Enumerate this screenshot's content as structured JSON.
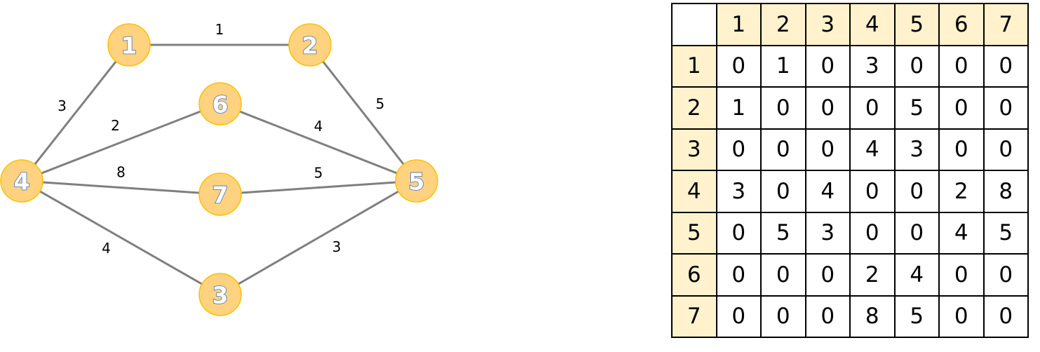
{
  "graph": {
    "nodes": [
      {
        "id": "1",
        "label": "1"
      },
      {
        "id": "2",
        "label": "2"
      },
      {
        "id": "3",
        "label": "3"
      },
      {
        "id": "4",
        "label": "4"
      },
      {
        "id": "5",
        "label": "5"
      },
      {
        "id": "6",
        "label": "6"
      },
      {
        "id": "7",
        "label": "7"
      }
    ],
    "edges": [
      {
        "from": "1",
        "to": "2",
        "weight": "1"
      },
      {
        "from": "1",
        "to": "4",
        "weight": "3"
      },
      {
        "from": "2",
        "to": "5",
        "weight": "5"
      },
      {
        "from": "4",
        "to": "6",
        "weight": "2"
      },
      {
        "from": "6",
        "to": "5",
        "weight": "4"
      },
      {
        "from": "4",
        "to": "7",
        "weight": "8"
      },
      {
        "from": "7",
        "to": "5",
        "weight": "5"
      },
      {
        "from": "4",
        "to": "3",
        "weight": "4"
      },
      {
        "from": "3",
        "to": "5",
        "weight": "3"
      }
    ],
    "colors": {
      "node_fill": "#ffd27f",
      "node_border": "#ffc000",
      "node_label_outline": "#4472c4",
      "edge": "#7f7f7f"
    }
  },
  "matrix": {
    "column_headers": [
      "1",
      "2",
      "3",
      "4",
      "5",
      "6",
      "7"
    ],
    "row_headers": [
      "1",
      "2",
      "3",
      "4",
      "5",
      "6",
      "7"
    ],
    "rows": [
      [
        "0",
        "1",
        "0",
        "3",
        "0",
        "0",
        "0"
      ],
      [
        "1",
        "0",
        "0",
        "0",
        "5",
        "0",
        "0"
      ],
      [
        "0",
        "0",
        "0",
        "4",
        "3",
        "0",
        "0"
      ],
      [
        "3",
        "0",
        "4",
        "0",
        "0",
        "2",
        "8"
      ],
      [
        "0",
        "5",
        "3",
        "0",
        "0",
        "4",
        "5"
      ],
      [
        "0",
        "0",
        "0",
        "2",
        "4",
        "0",
        "0"
      ],
      [
        "0",
        "0",
        "0",
        "8",
        "5",
        "0",
        "0"
      ]
    ],
    "header_color": "#fff2cc"
  }
}
